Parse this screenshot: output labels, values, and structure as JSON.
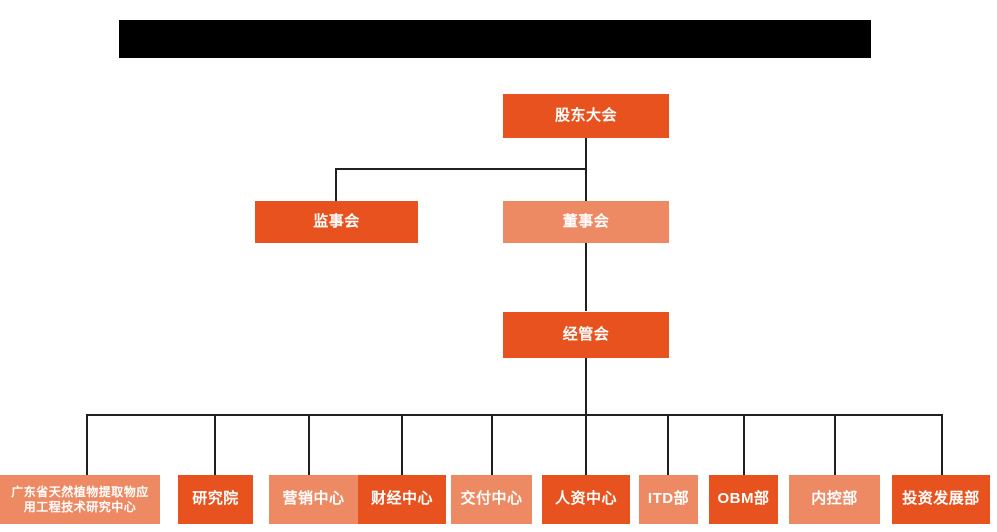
{
  "diagram": {
    "type": "org-chart",
    "title_bar": {
      "label": "",
      "redacted": true,
      "color": "#000000"
    },
    "colors": {
      "dark_orange": "#E8521E",
      "light_orange": "#EE8A63",
      "connector": "#231f20",
      "text": "#ffffff",
      "background": "#ffffff"
    },
    "levels": [
      {
        "level": 1,
        "nodes": [
          {
            "id": "shareholders",
            "label": "股东大会",
            "shade": "dark"
          }
        ]
      },
      {
        "level": 2,
        "nodes": [
          {
            "id": "supervisors",
            "label": "监事会",
            "shade": "dark"
          },
          {
            "id": "directors",
            "label": "董事会",
            "shade": "light"
          }
        ]
      },
      {
        "level": 3,
        "nodes": [
          {
            "id": "management",
            "label": "经管会",
            "shade": "dark"
          }
        ]
      },
      {
        "level": 4,
        "nodes": [
          {
            "id": "research-center",
            "label": "广东省天然植物提取物应用工程技术研究中心",
            "line1": "广东省天然植物提取物应",
            "line2": "用工程技术研究中心",
            "shade": "light"
          },
          {
            "id": "institute",
            "label": "研究院",
            "shade": "dark"
          },
          {
            "id": "marketing-center",
            "label": "营销中心",
            "shade": "light"
          },
          {
            "id": "finance-center",
            "label": "财经中心",
            "shade": "dark"
          },
          {
            "id": "delivery-center",
            "label": "交付中心",
            "shade": "light"
          },
          {
            "id": "hr-center",
            "label": "人资中心",
            "shade": "dark"
          },
          {
            "id": "itd-dept",
            "label": "ITD部",
            "shade": "light"
          },
          {
            "id": "obm-dept",
            "label": "OBM部",
            "shade": "dark"
          },
          {
            "id": "internal-control-dept",
            "label": "内控部",
            "shade": "light"
          },
          {
            "id": "investment-development-dept",
            "label": "投资发展部",
            "shade": "dark"
          }
        ]
      }
    ]
  }
}
